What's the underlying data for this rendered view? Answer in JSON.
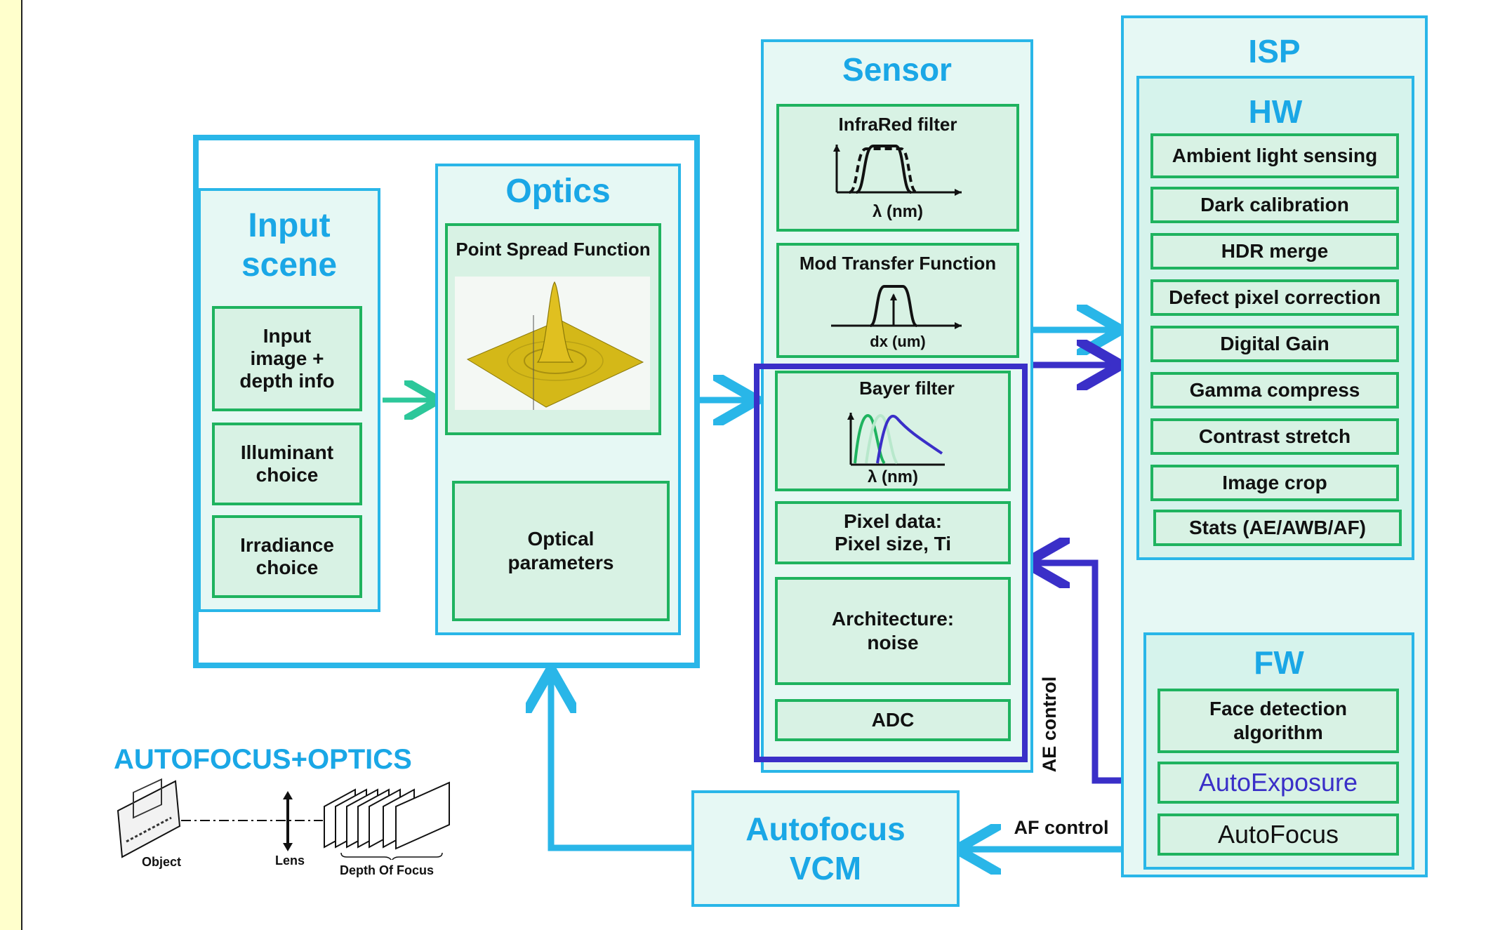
{
  "input_scene": {
    "title_line1": "Input",
    "title_line2": "scene",
    "items": [
      "Input\nimage +\ndepth info",
      "Illuminant\nchoice",
      "Irradiance\nchoice"
    ]
  },
  "optics": {
    "title": "Optics",
    "psf_label": "Point Spread Function",
    "params_label": "Optical\nparameters"
  },
  "sensor": {
    "title": "Sensor",
    "ir_filter": "InfraRed filter",
    "ir_axis": "λ (nm)",
    "mtf": "Mod Transfer Function",
    "mtf_axis": "dx (um)",
    "bayer": "Bayer filter",
    "bayer_axis": "λ (nm)",
    "pixel_data": "Pixel data:\nPixel size, Ti",
    "architecture": "Architecture:\nnoise",
    "adc": "ADC"
  },
  "isp": {
    "title": "ISP",
    "hw_title": "HW",
    "hw_items": [
      "Ambient light sensing",
      "Dark calibration",
      "HDR merge",
      "Defect pixel correction",
      "Digital Gain",
      "Gamma compress",
      "Contrast stretch",
      "Image crop",
      "Stats (AE/AWB/AF)"
    ],
    "fw_title": "FW",
    "face_detection": "Face detection\nalgorithm",
    "auto_exposure": "AutoExposure",
    "auto_focus": "AutoFocus"
  },
  "autofocus_vcm": {
    "line1": "Autofocus",
    "line2": "VCM"
  },
  "ae_control": "AE control",
  "af_control": "AF control",
  "af_optics": {
    "title": "AUTOFOCUS+OPTICS",
    "object": "Object",
    "lens": "Lens",
    "depth": "Depth Of Focus"
  },
  "colors": {
    "cyan": "#29b6e8",
    "green": "#1fb35f",
    "navy": "#3a2fc8",
    "teal_arrow": "#2dc79a",
    "sidebar": "#ffffcc"
  }
}
